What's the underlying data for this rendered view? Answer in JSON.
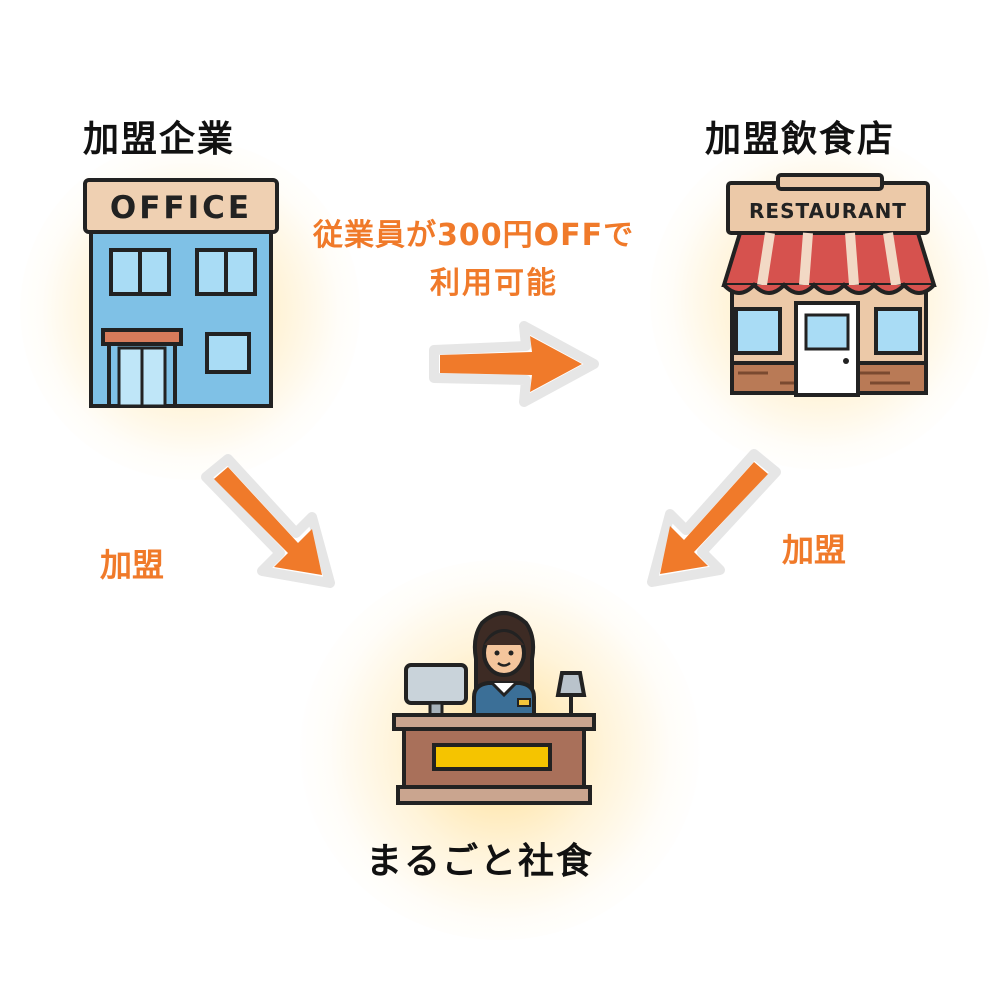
{
  "nodes": {
    "company": {
      "title": "加盟企業",
      "sign": "OFFICE"
    },
    "restaurant": {
      "title": "加盟飲食店",
      "sign": "RESTAURANT"
    },
    "service": {
      "title": "まるごと社食"
    }
  },
  "edges": {
    "benefit": {
      "line1": "従業員が300円OFFで",
      "line2": "利用可能"
    },
    "join_left": "加盟",
    "join_right": "加盟"
  },
  "colors": {
    "accent": "#f07a2a",
    "building_blue": "#7fc1e6",
    "awning_red": "#d6524e",
    "counter_brown": "#a9705a",
    "glow": "#ffc43c"
  }
}
